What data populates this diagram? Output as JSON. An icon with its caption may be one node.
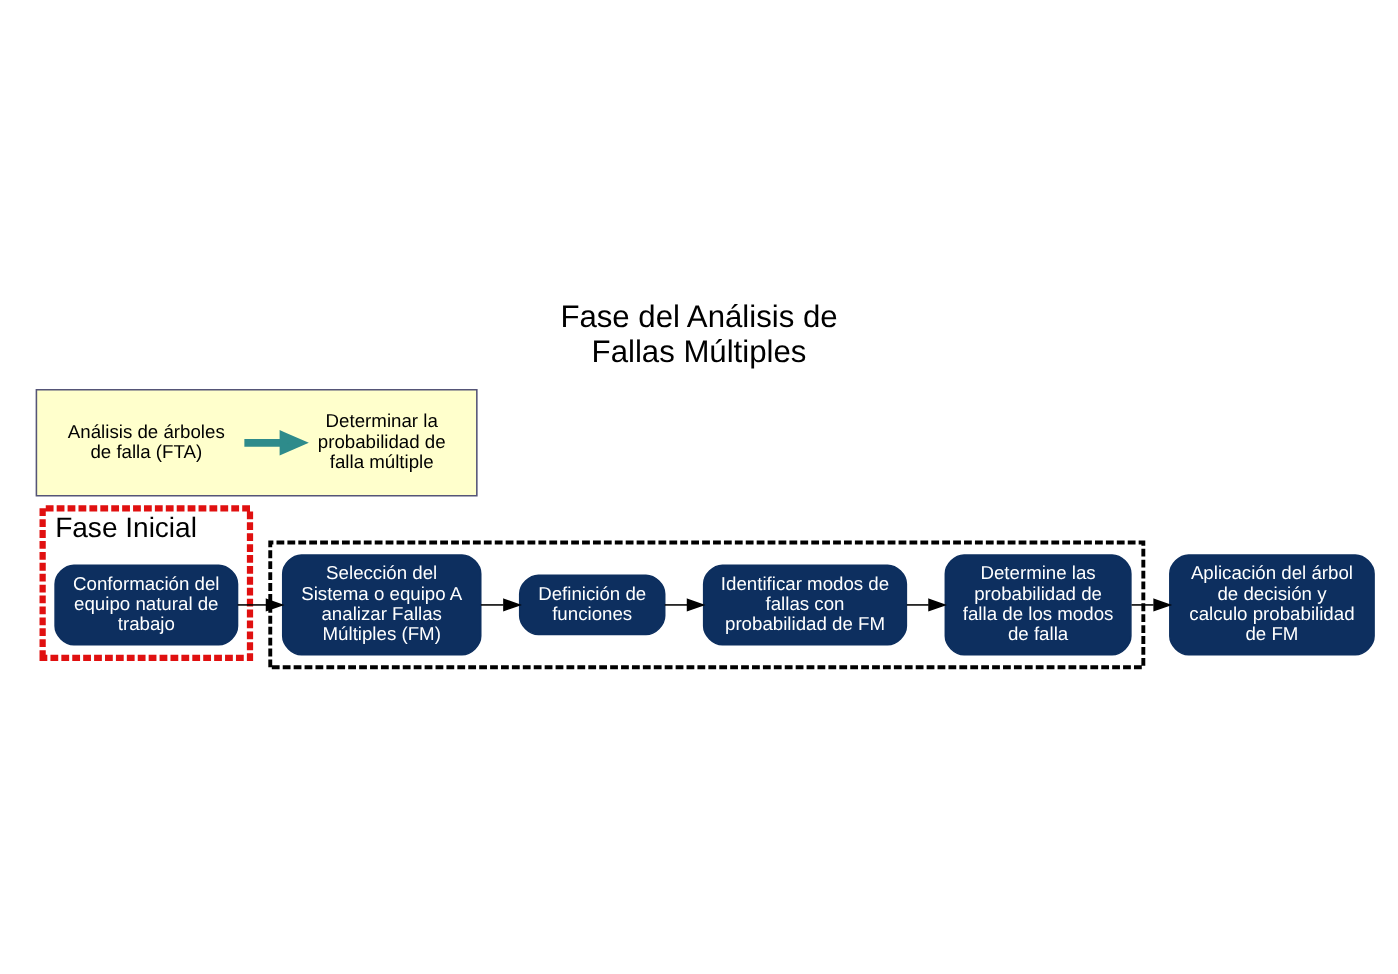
{
  "diagram": {
    "title": "Fase del Análisis de Fallas Múltiples",
    "nodes": [
      {
        "text": [
          "Fase Inicial"
        ]
      },
      {
        "text": [
          "Conformación del equipo natural de trabajo"
        ],
        "in": 0
      },
      {
        "text": [],
        "shape": "box"
      },
      {
        "text": [
          "Selección del Sistema o equipo A analizar Fallas Múltiples (FM)"
        ],
        "in": 2
      },
      {
        "text": [
          "Definición de funciones"
        ],
        "in": 2
      },
      {
        "text": [
          "Identificar modos de fallas con probabilidad de FM"
        ],
        "in": 2
      },
      {
        "text": [
          "Determine las probabilidad de falla de los modos de falla"
        ],
        "in": 2
      },
      {
        "text": [
          "Aplicación del árbol de decisión y calculo probabilidad de FM"
        ]
      },
      {
        "text": [],
        "shape": "box"
      },
      {
        "text": [
          "Análisis de árboles de falla (FTA)"
        ],
        "in": 8
      },
      {
        "text": [
          "Determinar la probabilidad de falla múltiple"
        ],
        "in": 8
      }
    ],
    "edges": [
      {
        "from": 1,
        "to": 3,
        "arrow": "to"
      },
      {
        "from": 3,
        "to": 4,
        "arrow": "to"
      },
      {
        "from": 4,
        "to": 5,
        "arrow": "to"
      },
      {
        "from": 5,
        "to": 6,
        "arrow": "to"
      },
      {
        "from": 6,
        "to": 7,
        "arrow": "to"
      },
      {
        "from": 9,
        "to": 10,
        "arrow": "to",
        "style": "thick",
        "color": "#2e8b8b"
      }
    ]
  }
}
